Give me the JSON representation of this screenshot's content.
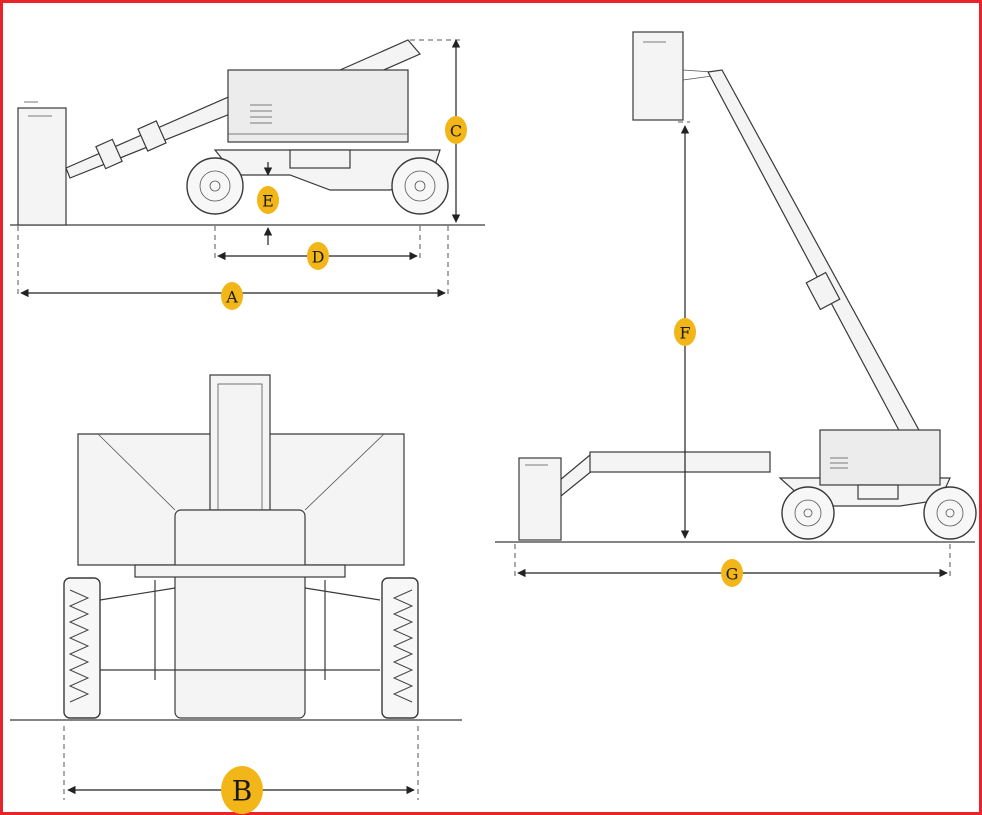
{
  "colors": {
    "frame": "#e8232a",
    "badge": "#f2b619",
    "outline": "#3a3a3a"
  },
  "labels": {
    "A": "A",
    "B": "B",
    "C": "C",
    "D": "D",
    "E": "E",
    "F": "F",
    "G": "G"
  }
}
